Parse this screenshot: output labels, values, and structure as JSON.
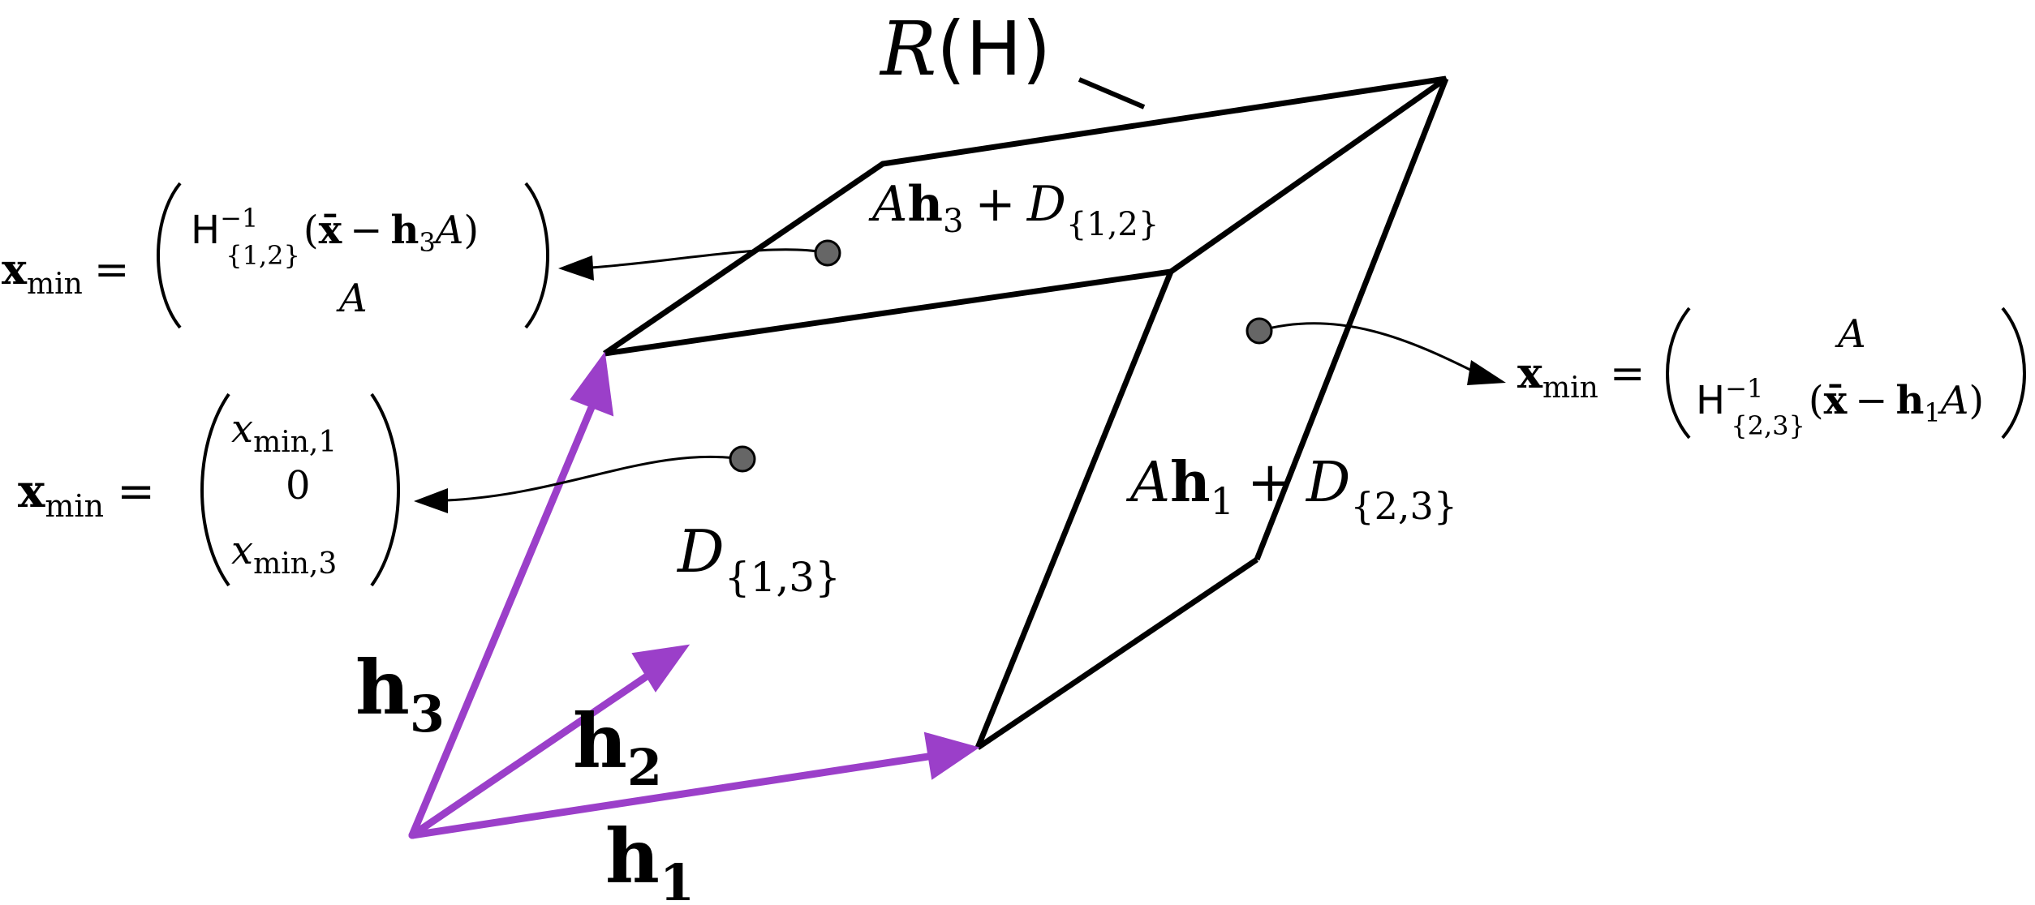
{
  "colors": {
    "edge": "#000000",
    "vector": "#9b3fc9",
    "dot": "#666666",
    "background": "#ffffff"
  },
  "region_label": {
    "script": "R",
    "open": "(",
    "var": "H",
    "close": ")"
  },
  "faces": {
    "top": {
      "coef": "A",
      "vec": "h",
      "vec_sub": "3",
      "op": "+",
      "set": "D",
      "set_sub": "{1,2}"
    },
    "right": {
      "coef": "A",
      "vec": "h",
      "vec_sub": "1",
      "op": "+",
      "set": "D",
      "set_sub": "{2,3}"
    },
    "front": {
      "set": "D",
      "set_sub": "{1,3}"
    }
  },
  "vectors": [
    {
      "name": "h",
      "sub": "1"
    },
    {
      "name": "h",
      "sub": "2"
    },
    {
      "name": "h",
      "sub": "3"
    }
  ],
  "annotations": {
    "top": {
      "lhs": "x",
      "lhs_sub": "min",
      "eq": "=",
      "row1": {
        "mat": "H",
        "sup": "−1",
        "sub": "{1,2}",
        "expr_open": "(",
        "xbar": "x̄",
        "minus": "−",
        "vec": "h",
        "vec_sub": "3",
        "coef": "A",
        "expr_close": ")"
      },
      "row2": "A"
    },
    "right": {
      "lhs": "x",
      "lhs_sub": "min",
      "eq": "=",
      "row1": "A",
      "row2": {
        "mat": "H",
        "sup": "−1",
        "sub": "{2,3}",
        "expr_open": "(",
        "xbar": "x̄",
        "minus": "−",
        "vec": "h",
        "vec_sub": "1",
        "coef": "A",
        "expr_close": ")"
      }
    },
    "front": {
      "lhs": "x",
      "lhs_sub": "min",
      "eq": "=",
      "row1": {
        "var": "x",
        "sub": "min,1"
      },
      "row2": "0",
      "row3": {
        "var": "x",
        "sub": "min,3"
      }
    }
  }
}
